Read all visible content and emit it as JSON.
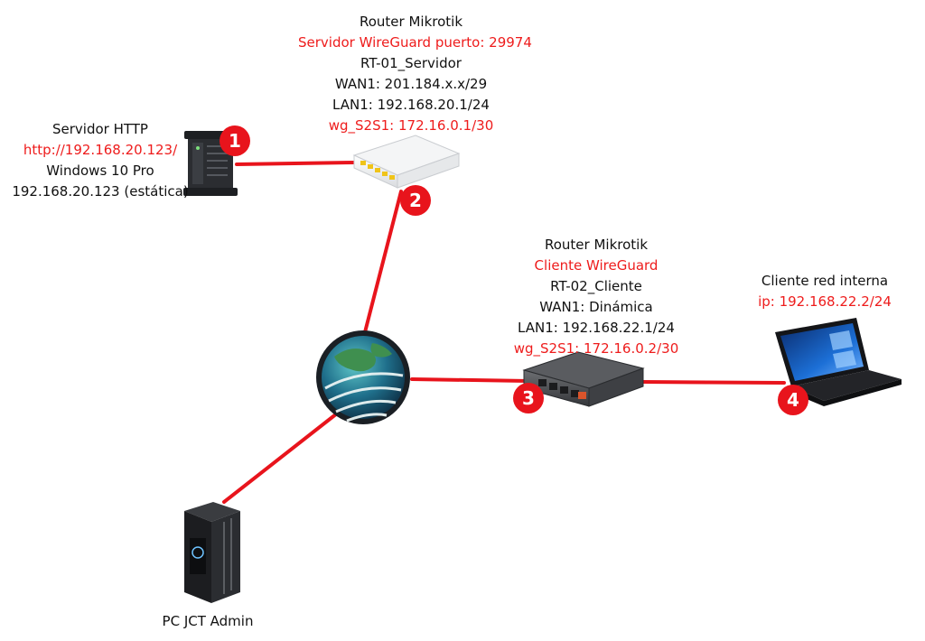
{
  "colors": {
    "link": "#e8141c",
    "accent_text": "#ee1c1c",
    "badge": "#e8141c"
  },
  "nodes": {
    "http_server": {
      "icon": "server-tower-icon",
      "lines": [
        {
          "text": "Servidor HTTP",
          "red": false
        },
        {
          "text": "http://192.168.20.123/",
          "red": true
        },
        {
          "text": "Windows 10 Pro",
          "red": false
        },
        {
          "text": "192.168.20.123 (estática)",
          "red": false
        }
      ]
    },
    "router_server": {
      "icon": "router-white-icon",
      "lines": [
        {
          "text": "Router Mikrotik",
          "red": false
        },
        {
          "text": "Servidor WireGuard puerto: 29974",
          "red": true
        },
        {
          "text": "RT-01_Servidor",
          "red": false
        },
        {
          "text": "WAN1: 201.184.x.x/29",
          "red": false
        },
        {
          "text": "LAN1: 192.168.20.1/24",
          "red": false
        },
        {
          "text": "wg_S2S1: 172.16.0.1/30",
          "red": true
        }
      ]
    },
    "router_client": {
      "icon": "router-dark-icon",
      "lines": [
        {
          "text": "Router Mikrotik",
          "red": false
        },
        {
          "text": "Cliente WireGuard",
          "red": true
        },
        {
          "text": "RT-02_Cliente",
          "red": false
        },
        {
          "text": "WAN1: Dinámica",
          "red": false
        },
        {
          "text": "LAN1: 192.168.22.1/24",
          "red": false
        },
        {
          "text": "wg_S2S1: 172.16.0.2/30",
          "red": true
        }
      ]
    },
    "internal_client": {
      "icon": "laptop-icon",
      "lines": [
        {
          "text": "Cliente red interna",
          "red": false
        },
        {
          "text": "ip: 192.168.22.2/24",
          "red": true
        }
      ]
    },
    "internet": {
      "icon": "globe-icon"
    },
    "admin_pc": {
      "icon": "desktop-tower-icon",
      "lines": [
        {
          "text": "PC JCT Admin",
          "red": false
        }
      ]
    }
  },
  "badges": [
    "1",
    "2",
    "3",
    "4"
  ]
}
